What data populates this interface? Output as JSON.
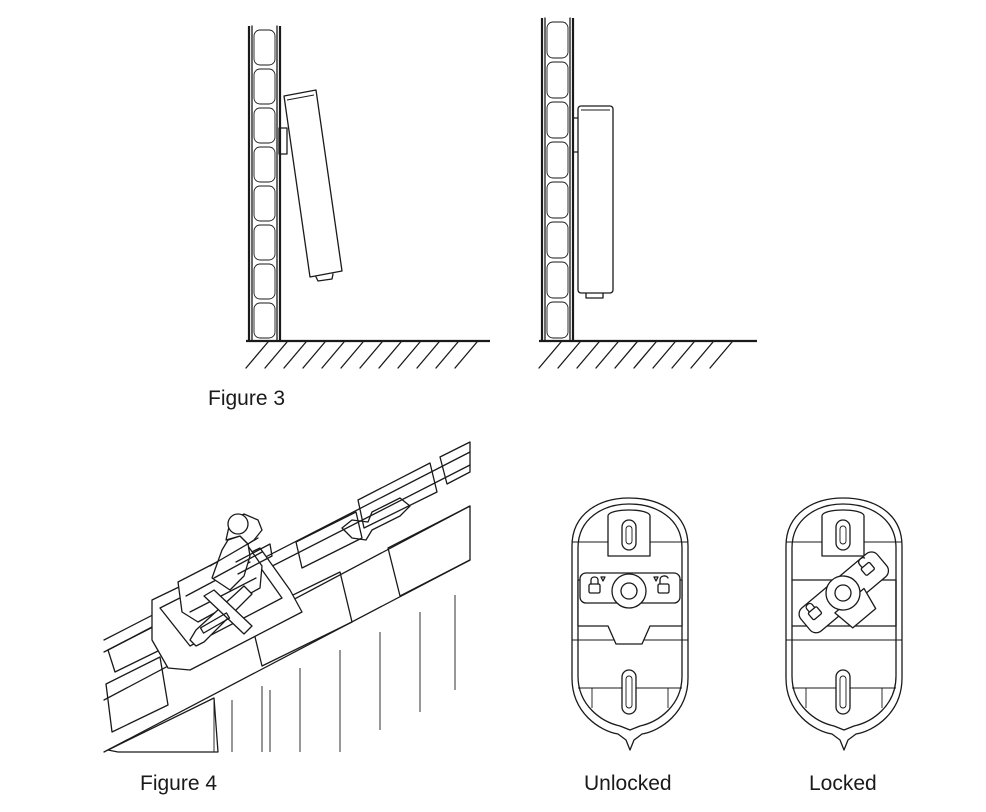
{
  "figure3": {
    "caption": "Figure 3"
  },
  "figure4": {
    "caption": "Figure 4"
  },
  "lock_states": {
    "unlocked": "Unlocked",
    "locked": "Locked"
  }
}
